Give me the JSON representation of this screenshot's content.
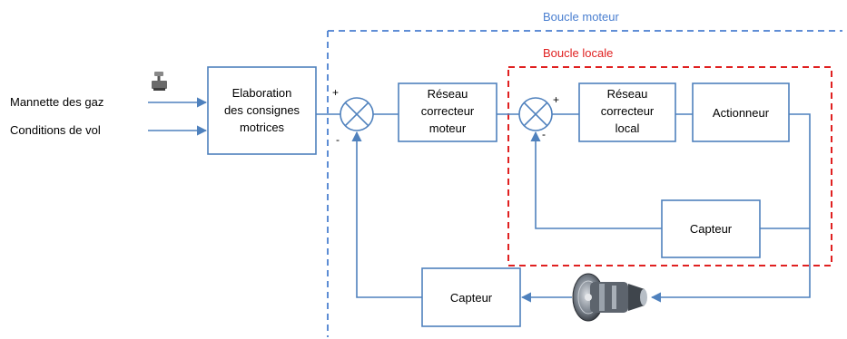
{
  "inputs": {
    "throttle": "Mannette des gaz",
    "flight_conditions": "Conditions de vol"
  },
  "loops": {
    "engine": {
      "label": "Boucle moteur",
      "color": "#4a7fd0"
    },
    "local": {
      "label": "Boucle locale",
      "color": "#e02020"
    }
  },
  "blocks": {
    "setpoints": [
      "Elaboration",
      "des consignes",
      "motrices"
    ],
    "engine_controller": [
      "Réseau",
      "correcteur",
      "moteur"
    ],
    "local_controller": [
      "Réseau",
      "correcteur",
      "local"
    ],
    "actuator": [
      "Actionneur"
    ],
    "local_sensor": [
      "Capteur"
    ],
    "engine_sensor": [
      "Capteur"
    ]
  },
  "signs": {
    "sum1_plus": "+",
    "sum1_minus": "-",
    "sum2_plus": "+",
    "sum2_minus": "-"
  },
  "icons": {
    "throttle": "throttle-lever-icon",
    "engine": "turbofan-engine-icon"
  },
  "colors": {
    "line": "#4f81bd",
    "engine_loop": "#4a7fd0",
    "local_loop": "#e02020"
  }
}
